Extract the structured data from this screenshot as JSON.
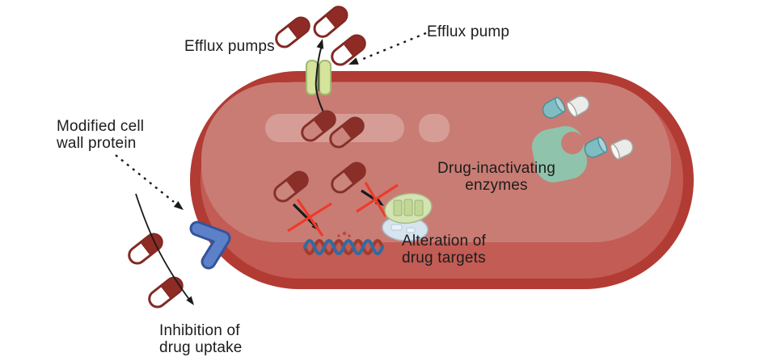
{
  "labels": {
    "efflux_pumps": "Efflux pumps",
    "efflux_pump": "Efflux pump",
    "modified_cell_wall_protein": {
      "line1": "Modified cell",
      "line2": "wall protein"
    },
    "drug_inactivating_enzymes": {
      "line1": "Drug-inactivating",
      "line2": "enzymes"
    },
    "alteration_of_drug_targets": {
      "line1": "Alteration of",
      "line2": "drug targets"
    },
    "inhibition_of_drug_uptake": {
      "line1": "Inhibition of",
      "line2": "drug uptake"
    }
  },
  "icons": {
    "bacterium": "bacterium-cell",
    "efflux_pump": "efflux-pump-channel-icon",
    "drug_capsule": "drug-capsule-icon",
    "inactivated_drug_halves": "split-capsule-icon",
    "inactivating_enzyme": "enzyme-pacman-icon",
    "ribosome": "ribosome-icon",
    "dna": "dna-helix-icon",
    "modified_porin": "modified-cell-wall-protein-icon",
    "blocked_arrow": "crossed-out-arrow-icon"
  },
  "colors": {
    "membrane_outer": "#b23b34",
    "cytoplasm_mid": "#c25c54",
    "cytoplasm_light": "#c97c74",
    "cytoplasm_highlight": "#d69d96",
    "drug_dark_red": "#8e2b25",
    "drug_outline": "#822823",
    "efflux_pump_green": "#d5e39c",
    "efflux_pump_outline": "#a2b96d",
    "enzyme_teal": "#8fc3ab",
    "inactivated_teal": "#7fbdc3",
    "inactivated_white": "#ebebe9",
    "porin_blue": "#5c81c8",
    "porin_outline": "#33549b",
    "dna_blue": "#2d6ca5",
    "dna_red": "#a03b30",
    "cross_red": "#ed3b2c",
    "arrow_black": "#1a1a1a",
    "text": "#1c1c1c",
    "background": "#ffffff"
  }
}
